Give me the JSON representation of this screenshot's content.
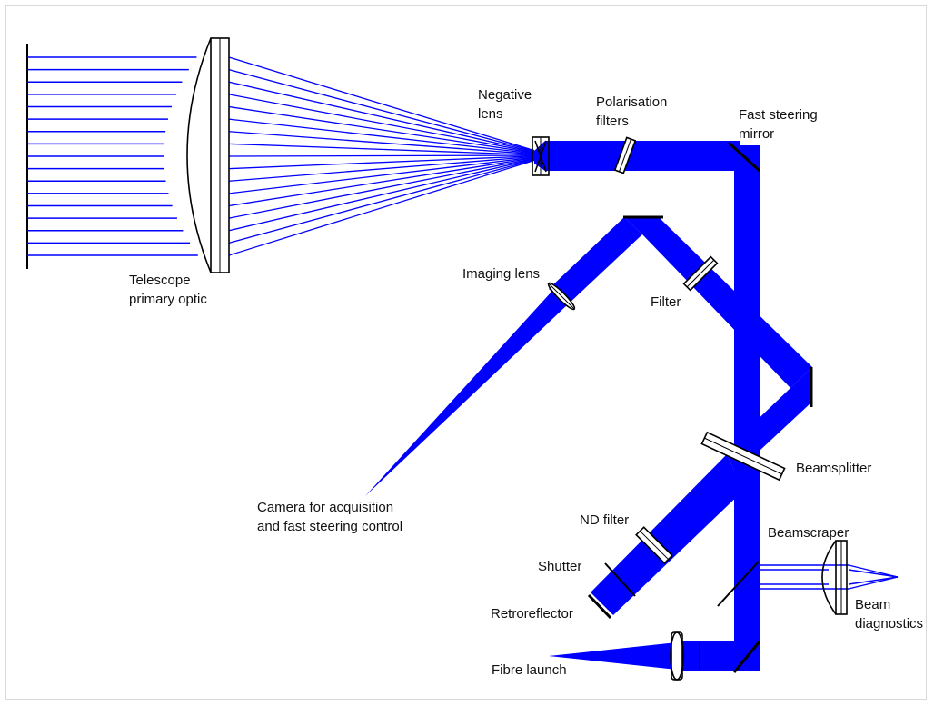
{
  "colors": {
    "beam": "#0000ff",
    "optic_outline": "#000000",
    "background": "#ffffff"
  },
  "labels": {
    "telescope_primary_optic": [
      "Telescope",
      "primary optic"
    ],
    "negative_lens": [
      "Negative",
      "lens"
    ],
    "polarisation_filters": [
      "Polarisation",
      "filters"
    ],
    "fast_steering_mirror": [
      "Fast steering",
      "mirror"
    ],
    "imaging_lens": [
      "Imaging lens"
    ],
    "filter": [
      "Filter"
    ],
    "beamsplitter": [
      "Beamsplitter"
    ],
    "camera": [
      "Camera for acquisition",
      "and fast steering control"
    ],
    "nd_filter": [
      "ND filter"
    ],
    "shutter": [
      "Shutter"
    ],
    "retroreflector": [
      "Retroreflector"
    ],
    "beamscraper": [
      "Beamscraper"
    ],
    "beam_diagnostics": [
      "Beam",
      "diagnostics"
    ],
    "fibre_launch": [
      "Fibre launch"
    ]
  }
}
